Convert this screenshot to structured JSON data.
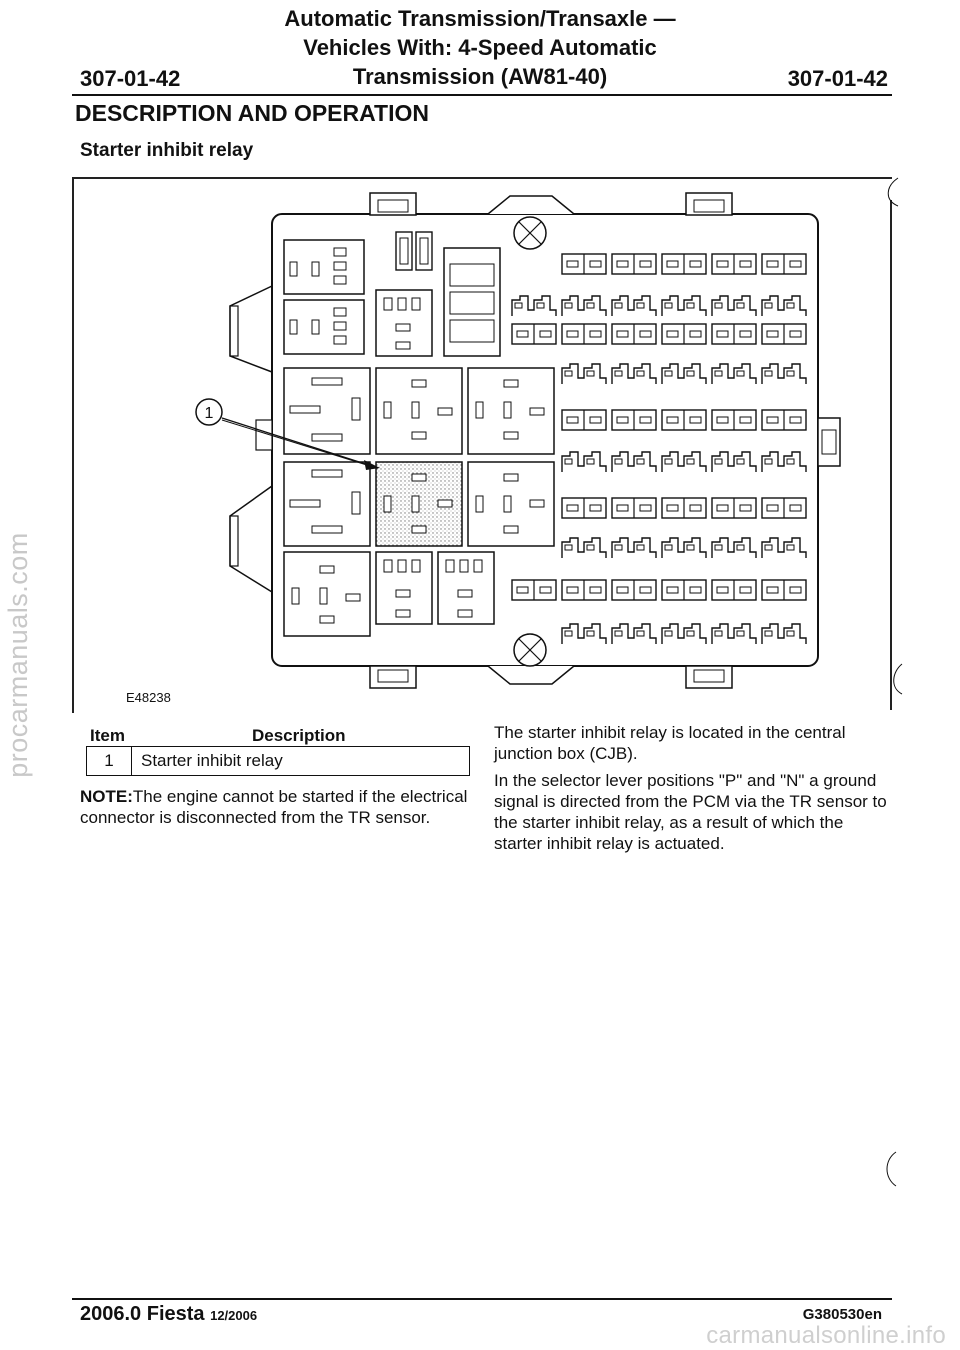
{
  "header": {
    "title_line1": "Automatic Transmission/Transaxle —",
    "title_line2": "Vehicles With: 4-Speed Automatic",
    "title_line3": "Transmission (AW81-40)",
    "page_left": "307-01-42",
    "page_right": "307-01-42"
  },
  "section_title": "DESCRIPTION AND OPERATION",
  "subsection_title": "Starter inhibit relay",
  "figure": {
    "callout": "1",
    "code": "E48238"
  },
  "table": {
    "col_item": "Item",
    "col_description": "Description",
    "rows": [
      {
        "item": "1",
        "description": "Starter inhibit relay"
      }
    ]
  },
  "note": {
    "label": "NOTE:",
    "text": "The engine cannot be started if the electrical connector is disconnected from the TR sensor."
  },
  "paragraphs": [
    "The starter inhibit relay is located in the central junction box (CJB).",
    "In the selector lever positions \"P\" and \"N\" a ground signal is directed from the PCM via the TR sensor to the starter inhibit relay, as a result of which the starter inhibit relay is actuated."
  ],
  "footer": {
    "model": "2006.0 Fiesta",
    "date": "12/2006",
    "doc_code": "G380530en"
  },
  "watermarks": {
    "left": "procarmanuals.com",
    "bottom": "carmanualsonline.info"
  }
}
